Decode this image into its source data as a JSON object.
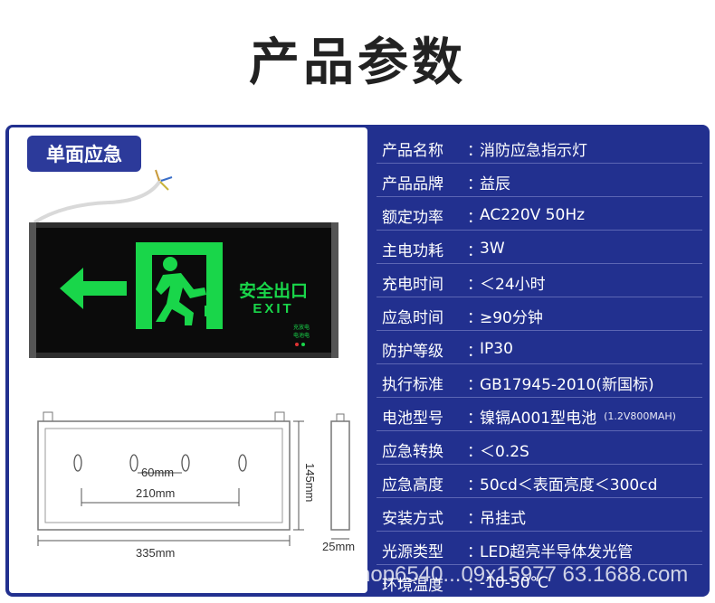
{
  "title": "产品参数",
  "badge": "单面应急",
  "sign": {
    "text_cn": "安全出口",
    "text_en": "EXIT",
    "small_line1": "充放电",
    "small_line2": "电池电",
    "color": "#19d64a"
  },
  "dimensions": {
    "width": "335mm",
    "height": "145mm",
    "depth": "25mm",
    "hole_outer": "210mm",
    "hole_inner": "60mm"
  },
  "specs": [
    {
      "label": "产品名称",
      "colon": "：",
      "value": "消防应急指示灯"
    },
    {
      "label": "产品品牌",
      "colon": "：",
      "value": "益辰"
    },
    {
      "label": "额定功率",
      "colon": "：",
      "value": "AC220V 50Hz"
    },
    {
      "label": "主电功耗",
      "colon": "：",
      "value": "3W"
    },
    {
      "label": "充电时间",
      "colon": "：",
      "value": "＜24小时"
    },
    {
      "label": "应急时间",
      "colon": "：",
      "value": "≥90分钟"
    },
    {
      "label": "防护等级",
      "colon": "：",
      "value": "IP30"
    },
    {
      "label": "执行标准",
      "colon": "：",
      "value": "GB17945-2010(新国标)"
    },
    {
      "label": "电池型号",
      "colon": "：",
      "value": "镍镉A001型电池",
      "note": "(1.2V800MAH)"
    },
    {
      "label": "应急转换",
      "colon": "：",
      "value": "＜0.2S"
    },
    {
      "label": "应急高度",
      "colon": "：",
      "value": "50cd＜表面亮度＜300cd"
    },
    {
      "label": "安装方式",
      "colon": "：",
      "value": "吊挂式"
    },
    {
      "label": "光源类型",
      "colon": "：",
      "value": "LED超亮半导体发光管"
    },
    {
      "label": "环境温度",
      "colon": "：",
      "value": "-10-50°C"
    }
  ],
  "watermark": "shop6540...09x15977 63.1688.com",
  "colors": {
    "frame": "#22308f",
    "badge": "#2c3a9a",
    "sign_green": "#19d64a"
  }
}
